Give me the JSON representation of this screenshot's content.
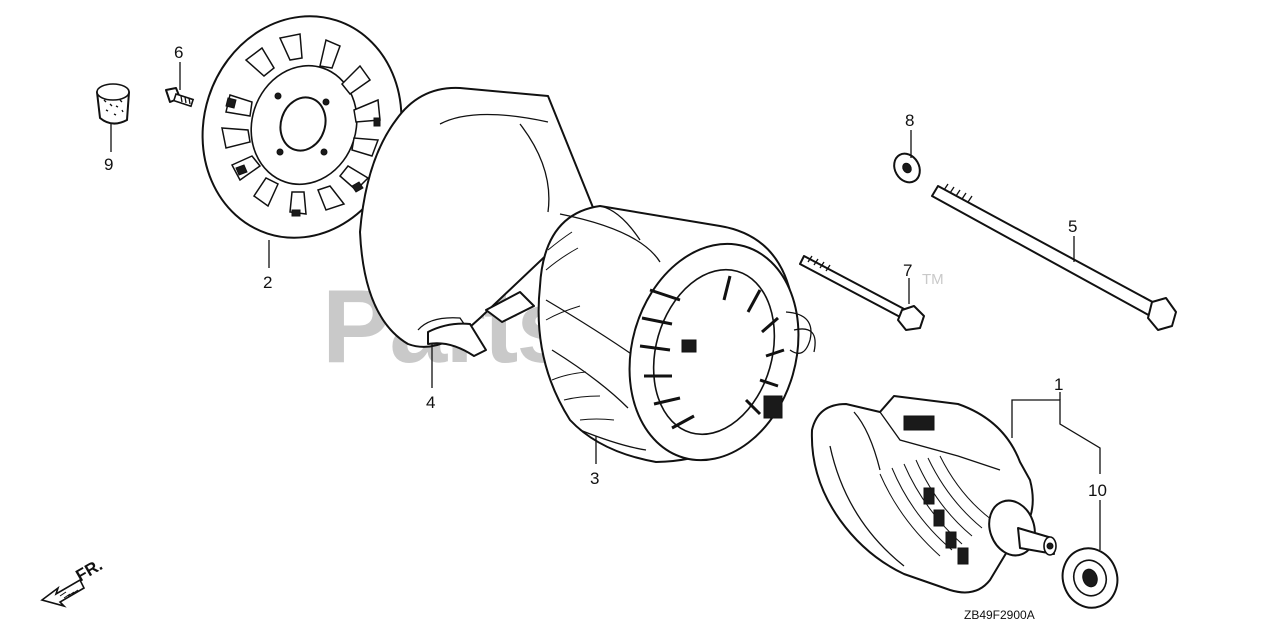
{
  "watermark": {
    "text": "PartsTree",
    "trademark": "TM"
  },
  "callouts": {
    "c1": "1",
    "c2": "2",
    "c3": "3",
    "c4": "4",
    "c5": "5",
    "c6": "6",
    "c7": "7",
    "c8": "8",
    "c9": "9",
    "c10": "10"
  },
  "direction_indicator": {
    "label": "FR."
  },
  "diagram_code": "ZB49F2900A"
}
